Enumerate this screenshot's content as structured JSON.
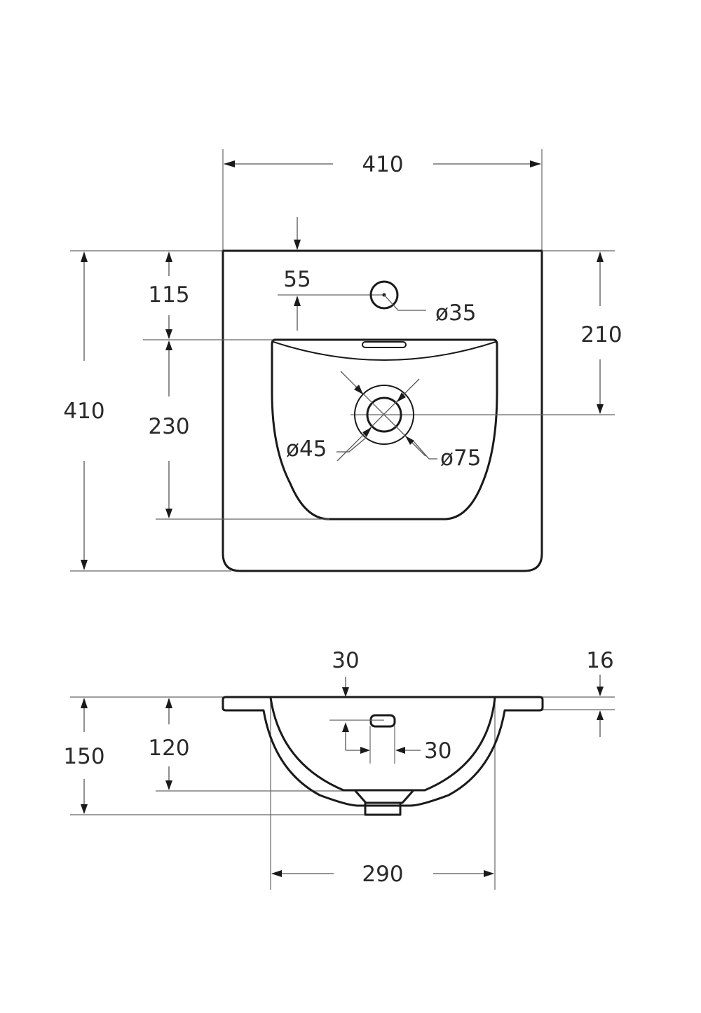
{
  "drawing": {
    "subject": "Wash basin technical drawing",
    "units": "mm",
    "colors": {
      "outline": "#1a1a1a",
      "dimension_line": "#555555",
      "text": "#2a2a2a",
      "background": "#ffffff"
    }
  },
  "top_view": {
    "overall_width": "410",
    "overall_depth": "410",
    "tap_hole_offset": "55",
    "tap_hole_diameter": "ø35",
    "back_edge_to_bowl": "115",
    "bowl_depth": "230",
    "back_edge_to_drain": "210",
    "drain_inner_diameter": "ø45",
    "drain_outer_diameter": "ø75"
  },
  "side_view": {
    "overflow_offset": "30",
    "rim_thickness": "16",
    "overflow_height": "30",
    "total_height": "150",
    "bowl_height": "120",
    "bowl_width": "290"
  }
}
